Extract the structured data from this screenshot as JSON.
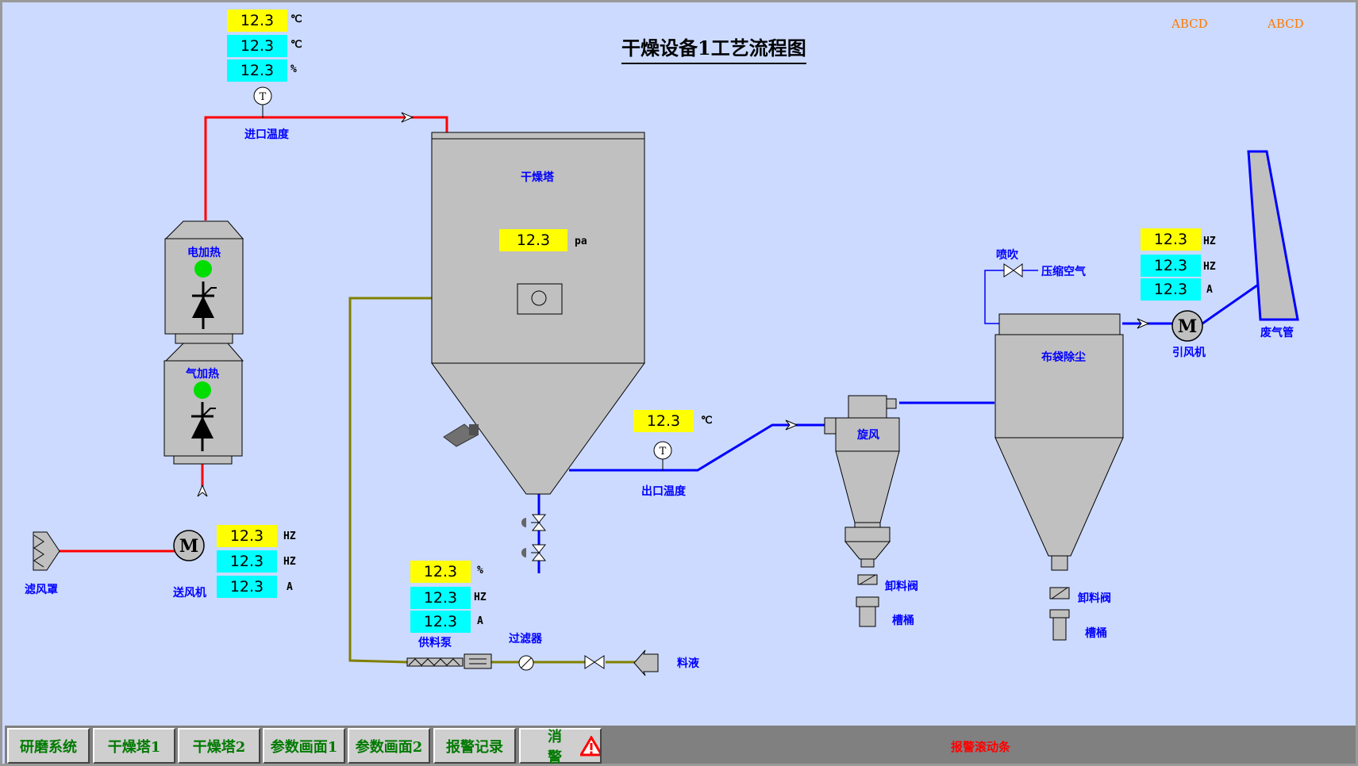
{
  "title": "干燥设备1工艺流程图",
  "corner_labels": [
    "ABCD",
    "ABCD"
  ],
  "equipment_labels": {
    "inlet_temp": "进口温度",
    "electric_heater": "电加热",
    "gas_heater": "气加热",
    "filter_hood": "滤风罩",
    "supply_fan": "送风机",
    "drying_tower": "干燥塔",
    "outlet_temp": "出口温度",
    "cyclone": "旋风",
    "discharge_valve_1": "卸料阀",
    "tank_1": "槽桶",
    "blowback": "喷吹",
    "compressed_air": "压缩空气",
    "bag_filter": "布袋除尘",
    "discharge_valve_2": "卸料阀",
    "tank_2": "槽桶",
    "induced_fan": "引风机",
    "exhaust_pipe": "废气管",
    "feed_pump": "供料泵",
    "strainer": "过滤器",
    "feed_liquid": "料液"
  },
  "readouts": {
    "inlet": [
      {
        "value": "12.3",
        "unit": "℃"
      },
      {
        "value": "12.3",
        "unit": "℃"
      },
      {
        "value": "12.3",
        "unit": "%"
      }
    ],
    "tower_pressure": {
      "value": "12.3",
      "unit": "pa"
    },
    "outlet": {
      "value": "12.3",
      "unit": "℃"
    },
    "supply_fan": [
      {
        "value": "12.3",
        "unit": "HZ"
      },
      {
        "value": "12.3",
        "unit": "HZ"
      },
      {
        "value": "12.3",
        "unit": "A"
      }
    ],
    "feed_pump": [
      {
        "value": "12.3",
        "unit": "%"
      },
      {
        "value": "12.3",
        "unit": "HZ"
      },
      {
        "value": "12.3",
        "unit": "A"
      }
    ],
    "induced_fan": [
      {
        "value": "12.3",
        "unit": "HZ"
      },
      {
        "value": "12.3",
        "unit": "HZ"
      },
      {
        "value": "12.3",
        "unit": "A"
      }
    ]
  },
  "motor_symbol": "M",
  "temp_symbol": "T",
  "nav": {
    "buttons": [
      "研磨系统",
      "干燥塔1",
      "干燥塔2",
      "参数画面1",
      "参数画面2",
      "报警记录",
      "消警"
    ],
    "alarm_marquee": "报警滚动条"
  },
  "colors": {
    "background": "#ccdaff",
    "hot_air_line": "#ff0000",
    "exhaust_line": "#0000ff",
    "feed_line": "#808000",
    "yellow_value": "#ffff00",
    "cyan_value": "#00ffff",
    "status_on": "#00dd00",
    "label_blue": "#0000ff",
    "nav_text": "#007a00",
    "alarm_text": "#ff0000"
  }
}
